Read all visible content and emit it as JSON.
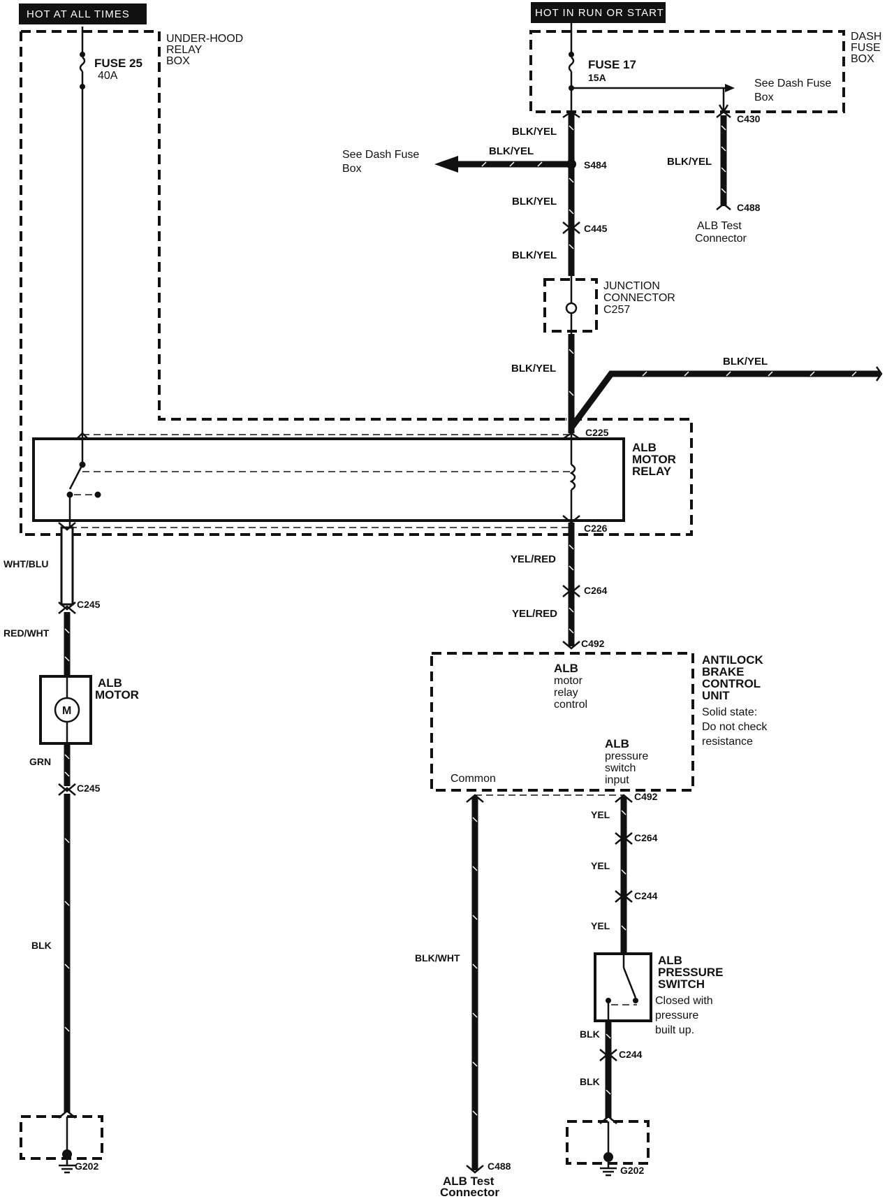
{
  "headers": {
    "hot_always": "HOT AT ALL TIMES",
    "hot_run_start": "HOT IN RUN OR START"
  },
  "boxes": {
    "underhood_relay_box": [
      "UNDER-HOOD",
      "RELAY",
      "BOX"
    ],
    "dash_fuse_box": [
      "DASH",
      "FUSE",
      "BOX"
    ],
    "junction_connector": [
      "JUNCTION",
      "CONNECTOR",
      "C257"
    ],
    "alb_motor_relay": [
      "ALB",
      "MOTOR",
      "RELAY"
    ],
    "antilock_unit": [
      "ANTILOCK",
      "BRAKE",
      "CONTROL",
      "UNIT"
    ],
    "antilock_note": [
      "Solid state:",
      "Do not check",
      "resistance"
    ],
    "alb_motor": [
      "ALB",
      "MOTOR"
    ],
    "alb_pressure_switch": [
      "ALB",
      "PRESSURE",
      "SWITCH"
    ],
    "pressure_switch_note": [
      "Closed with",
      "pressure",
      "built up."
    ]
  },
  "fuses": {
    "fuse25": {
      "name": "FUSE 25",
      "rating": "40A"
    },
    "fuse17": {
      "name": "FUSE 17",
      "rating": "15A"
    }
  },
  "references": {
    "see_dash_fuse_box_right": [
      "See Dash Fuse",
      "Box"
    ],
    "see_dash_fuse_box_left": [
      "See Dash Fuse",
      "Box"
    ],
    "alb_test_connector_top": [
      "ALB Test",
      "Connector"
    ],
    "alb_test_connector_bottom": [
      "ALB Test",
      "Connector"
    ]
  },
  "unit_pins": {
    "motor_relay_control": [
      "ALB",
      "motor",
      "relay",
      "control"
    ],
    "pressure_switch_input": [
      "ALB",
      "pressure",
      "switch",
      "input"
    ],
    "common": "Common"
  },
  "wire_colors": {
    "blk_yel": "BLK/YEL",
    "yel_red": "YEL/RED",
    "yel": "YEL",
    "blk": "BLK",
    "wht_blu": "WHT/BLU",
    "red_wht": "RED/WHT",
    "grn": "GRN",
    "blk_wht": "BLK/WHT"
  },
  "connectors": {
    "c430": "C430",
    "c488": "C488",
    "s484": "S484",
    "c445": "C445",
    "c225": "C225",
    "c226": "C226",
    "c264": "C264",
    "c492": "C492",
    "c245": "C245",
    "c244": "C244",
    "g202": "G202"
  },
  "motor_symbol": "M"
}
